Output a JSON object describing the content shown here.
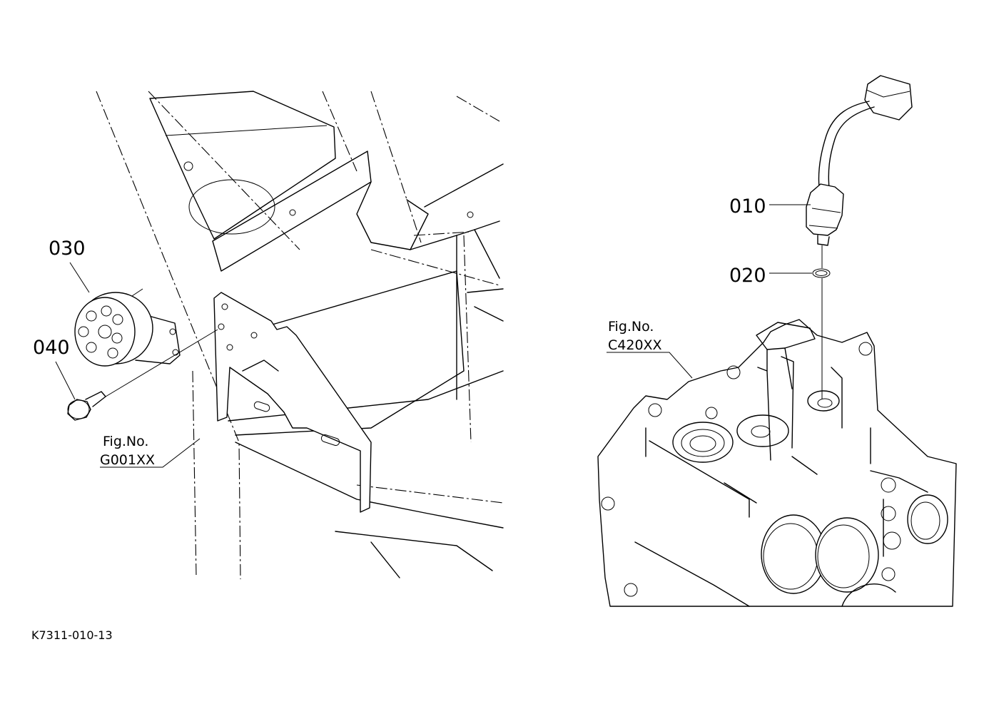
{
  "diagram": {
    "callouts": {
      "p010": "010",
      "p020": "020",
      "p030": "030",
      "p040": "040"
    },
    "refs": {
      "left": {
        "prefix": "Fig.No.",
        "code": "G001XX"
      },
      "right": {
        "prefix": "Fig.No.",
        "code": "C420XX"
      }
    },
    "drawing_code": "K7311-010-13"
  }
}
